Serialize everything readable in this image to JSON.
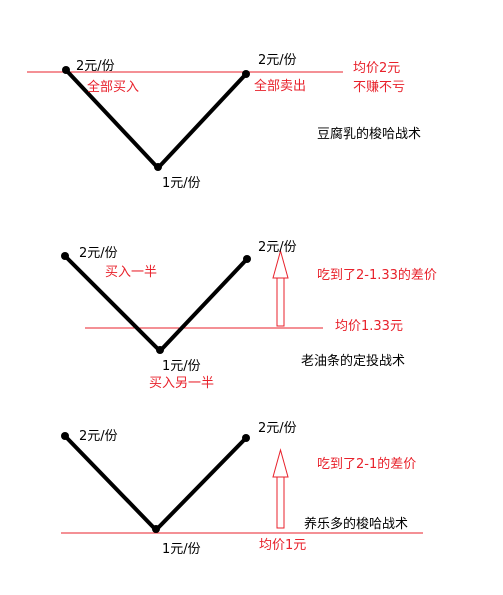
{
  "colors": {
    "line": "#000000",
    "accent": "#e8212b"
  },
  "panel1": {
    "left_price": "2元/份",
    "right_price": "2元/份",
    "bottom_price": "1元/份",
    "left_action": "全部买入",
    "right_action": "全部卖出",
    "avg_line1": "均价2元",
    "avg_line2": "不赚不亏",
    "strategy": "豆腐乳的梭哈战术"
  },
  "panel2": {
    "left_price": "2元/份",
    "right_price": "2元/份",
    "bottom_price": "1元/份",
    "left_action": "买入一半",
    "bottom_action": "买入另一半",
    "profit_note": "吃到了2-1.33的差价",
    "avg": "均价1.33元",
    "strategy": "老油条的定投战术"
  },
  "panel3": {
    "left_price": "2元/份",
    "right_price": "2元/份",
    "bottom_price": "1元/份",
    "profit_note": "吃到了2-1的差价",
    "strategy": "养乐多的梭哈战术",
    "avg": "均价1元"
  }
}
